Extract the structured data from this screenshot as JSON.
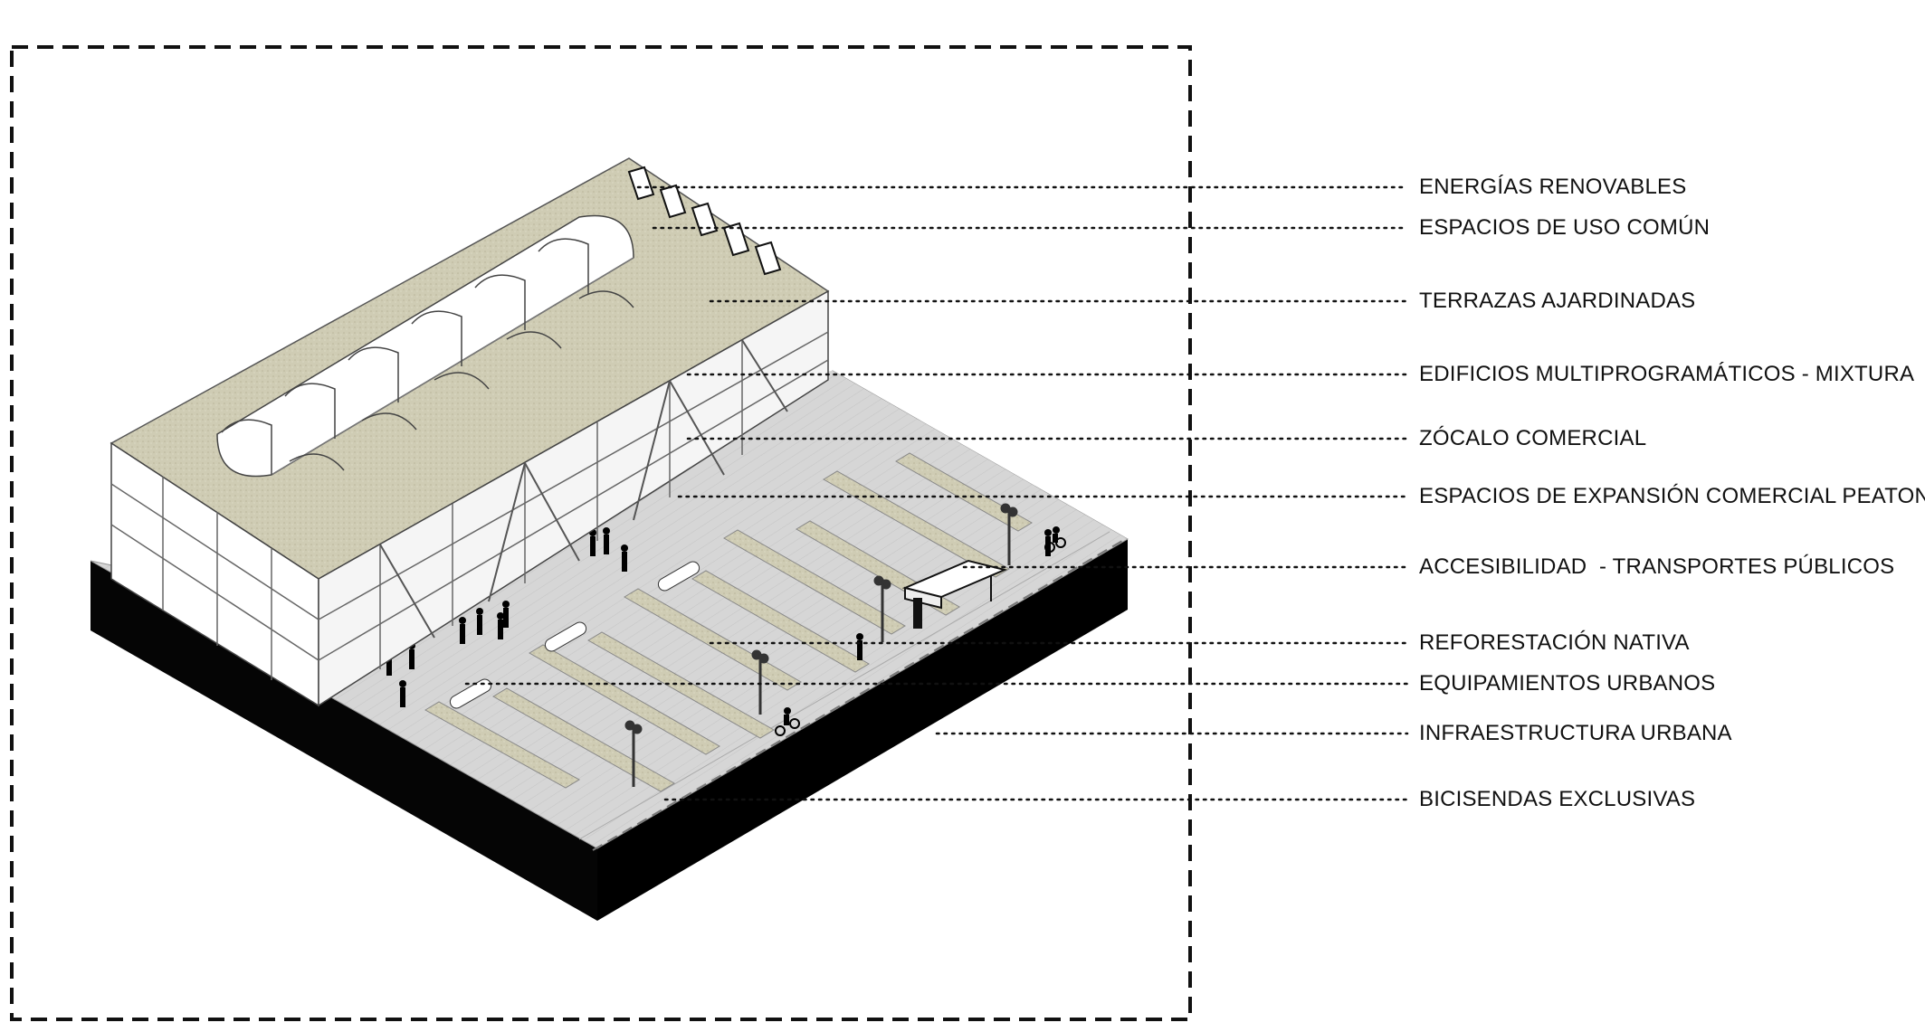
{
  "labels": [
    {
      "id": "energias",
      "text": "ENERGÍAS RENOVABLES"
    },
    {
      "id": "uso-comun",
      "text": "ESPACIOS DE USO COMÚN"
    },
    {
      "id": "terrazas",
      "text": "TERRAZAS AJARDINADAS"
    },
    {
      "id": "edificios",
      "text": "EDIFICIOS MULTIPROGRAMÁTICOS - MIXTURA"
    },
    {
      "id": "zocalo",
      "text": "ZÓCALO COMERCIAL"
    },
    {
      "id": "expansion",
      "text": "ESPACIOS DE EXPANSIÓN COMERCIAL PEATONAL"
    },
    {
      "id": "accesibilidad",
      "text": "ACCESIBILIDAD  - TRANSPORTES PÚBLICOS"
    },
    {
      "id": "reforestacion",
      "text": "REFORESTACIÓN NATIVA"
    },
    {
      "id": "equipamientos",
      "text": "EQUIPAMIENTOS URBANOS"
    },
    {
      "id": "infraestructura",
      "text": "INFRAESTRUCTURA URBANA"
    },
    {
      "id": "bicisendas",
      "text": "BICISENDAS EXCLUSIVAS"
    }
  ],
  "colors": {
    "ink": "#111111",
    "platform-top": "#d4d4d4",
    "plinth": "#050505",
    "green-roof": "#cfccb4",
    "planting": "#c9c6aa",
    "white": "#ffffff"
  }
}
